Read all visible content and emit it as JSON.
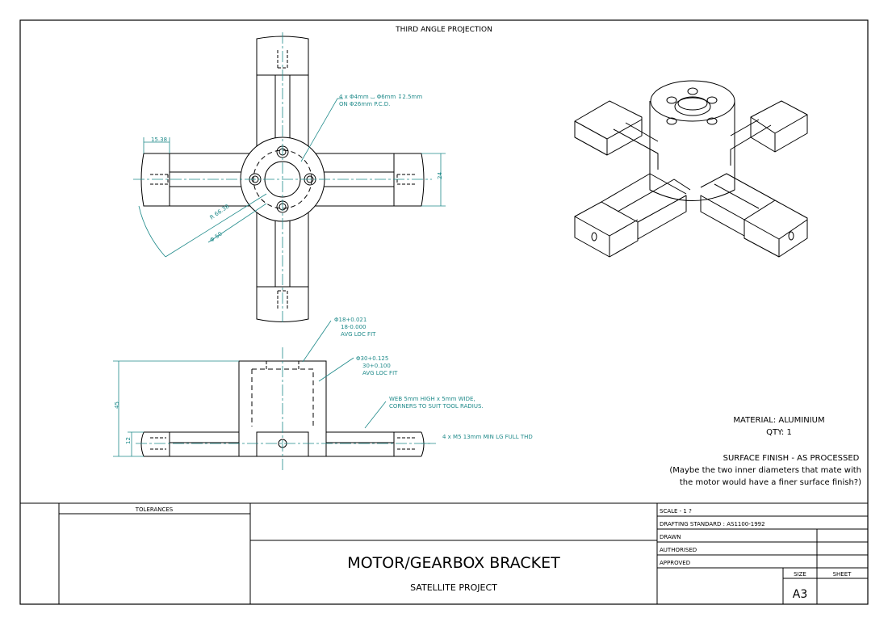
{
  "header": {
    "projection": "THIRD ANGLE PROJECTION"
  },
  "annotations": {
    "hole_callout_1": "4 x Φ4mm ⌴ Φ6mm ↧2.5mm",
    "hole_callout_2": "ON Φ26mm P.C.D.",
    "dim_top_left": "15.38",
    "dim_right_height": "24",
    "dim_radius": "R 66.38",
    "dim_diameter": "Φ 50",
    "bore_inner_1": "Φ18+0.021",
    "bore_inner_2": "18-0.000",
    "bore_inner_3": "AVG LOC FIT",
    "bore_outer_1": "Φ30+0.125",
    "bore_outer_2": "30+0.100",
    "bore_outer_3": "AVG LOC FIT",
    "web_note_1": "WEB 5mm HIGH x 5mm WIDE,",
    "web_note_2": "CORNERS TO SUIT TOOL RADIUS.",
    "thread_note": "4 x M5 13mm MIN LG FULL THD",
    "dim_height_45": "45",
    "dim_height_12": "12"
  },
  "notes": {
    "material": "MATERIAL: ALUMINIUM",
    "qty": "QTY: 1",
    "finish": "SURFACE FINISH - AS PROCESSED",
    "comment_1": "(Maybe the two inner diameters that mate with",
    "comment_2": "the motor would have a finer surface finish?)"
  },
  "title_block": {
    "tolerances_label": "TOLERANCES",
    "title": "MOTOR/GEARBOX BRACKET",
    "project": "SATELLITE PROJECT",
    "scale": "SCALE - 1 ?",
    "standard": "DRAFTING STANDARD : AS1100-1992",
    "drawn": "DRAWN",
    "authorised": "AUTHORISED",
    "approved": "APPROVED",
    "size_label": "SIZE",
    "sheet_label": "SHEET",
    "size_value": "A3"
  },
  "colors": {
    "line": "#000000",
    "dimension": "#1f8a8a"
  }
}
